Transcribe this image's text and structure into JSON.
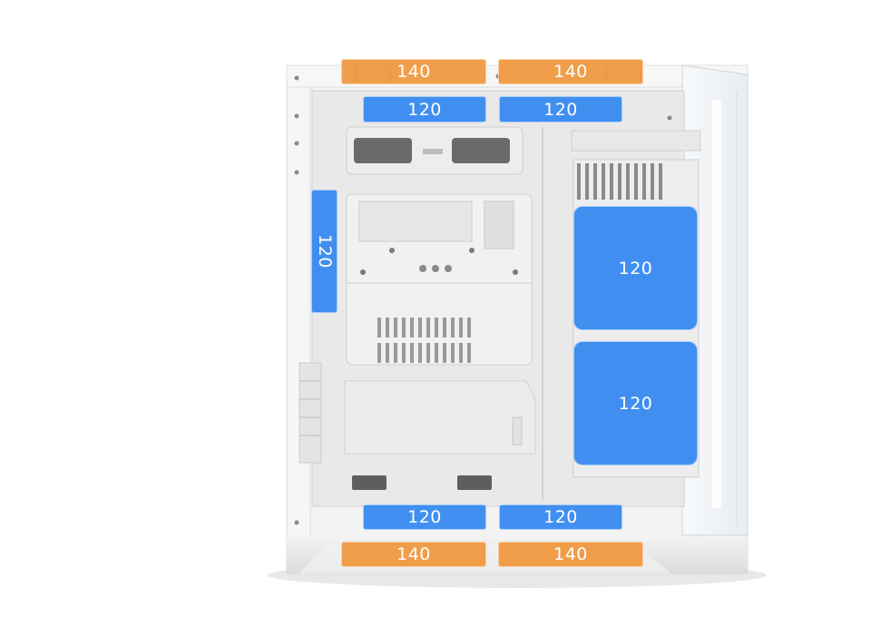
{
  "colors": {
    "fan_120": "#2f86ee",
    "fan_140": "#f0963c",
    "case_body": "#f2f2f2",
    "case_shadow": "#d6d6d6"
  },
  "icons": {
    "top_left_slot": "ellipsis-slot-icon",
    "top_right_slot": "ellipsis-slot-icon"
  },
  "fans": {
    "top_outer_left": "140",
    "top_outer_right": "140",
    "top_inner_left": "120",
    "top_inner_right": "120",
    "rear": "120",
    "side_upper": "120",
    "side_lower": "120",
    "bottom_inner_left": "120",
    "bottom_inner_right": "120",
    "bottom_outer_left": "140",
    "bottom_outer_right": "140"
  }
}
